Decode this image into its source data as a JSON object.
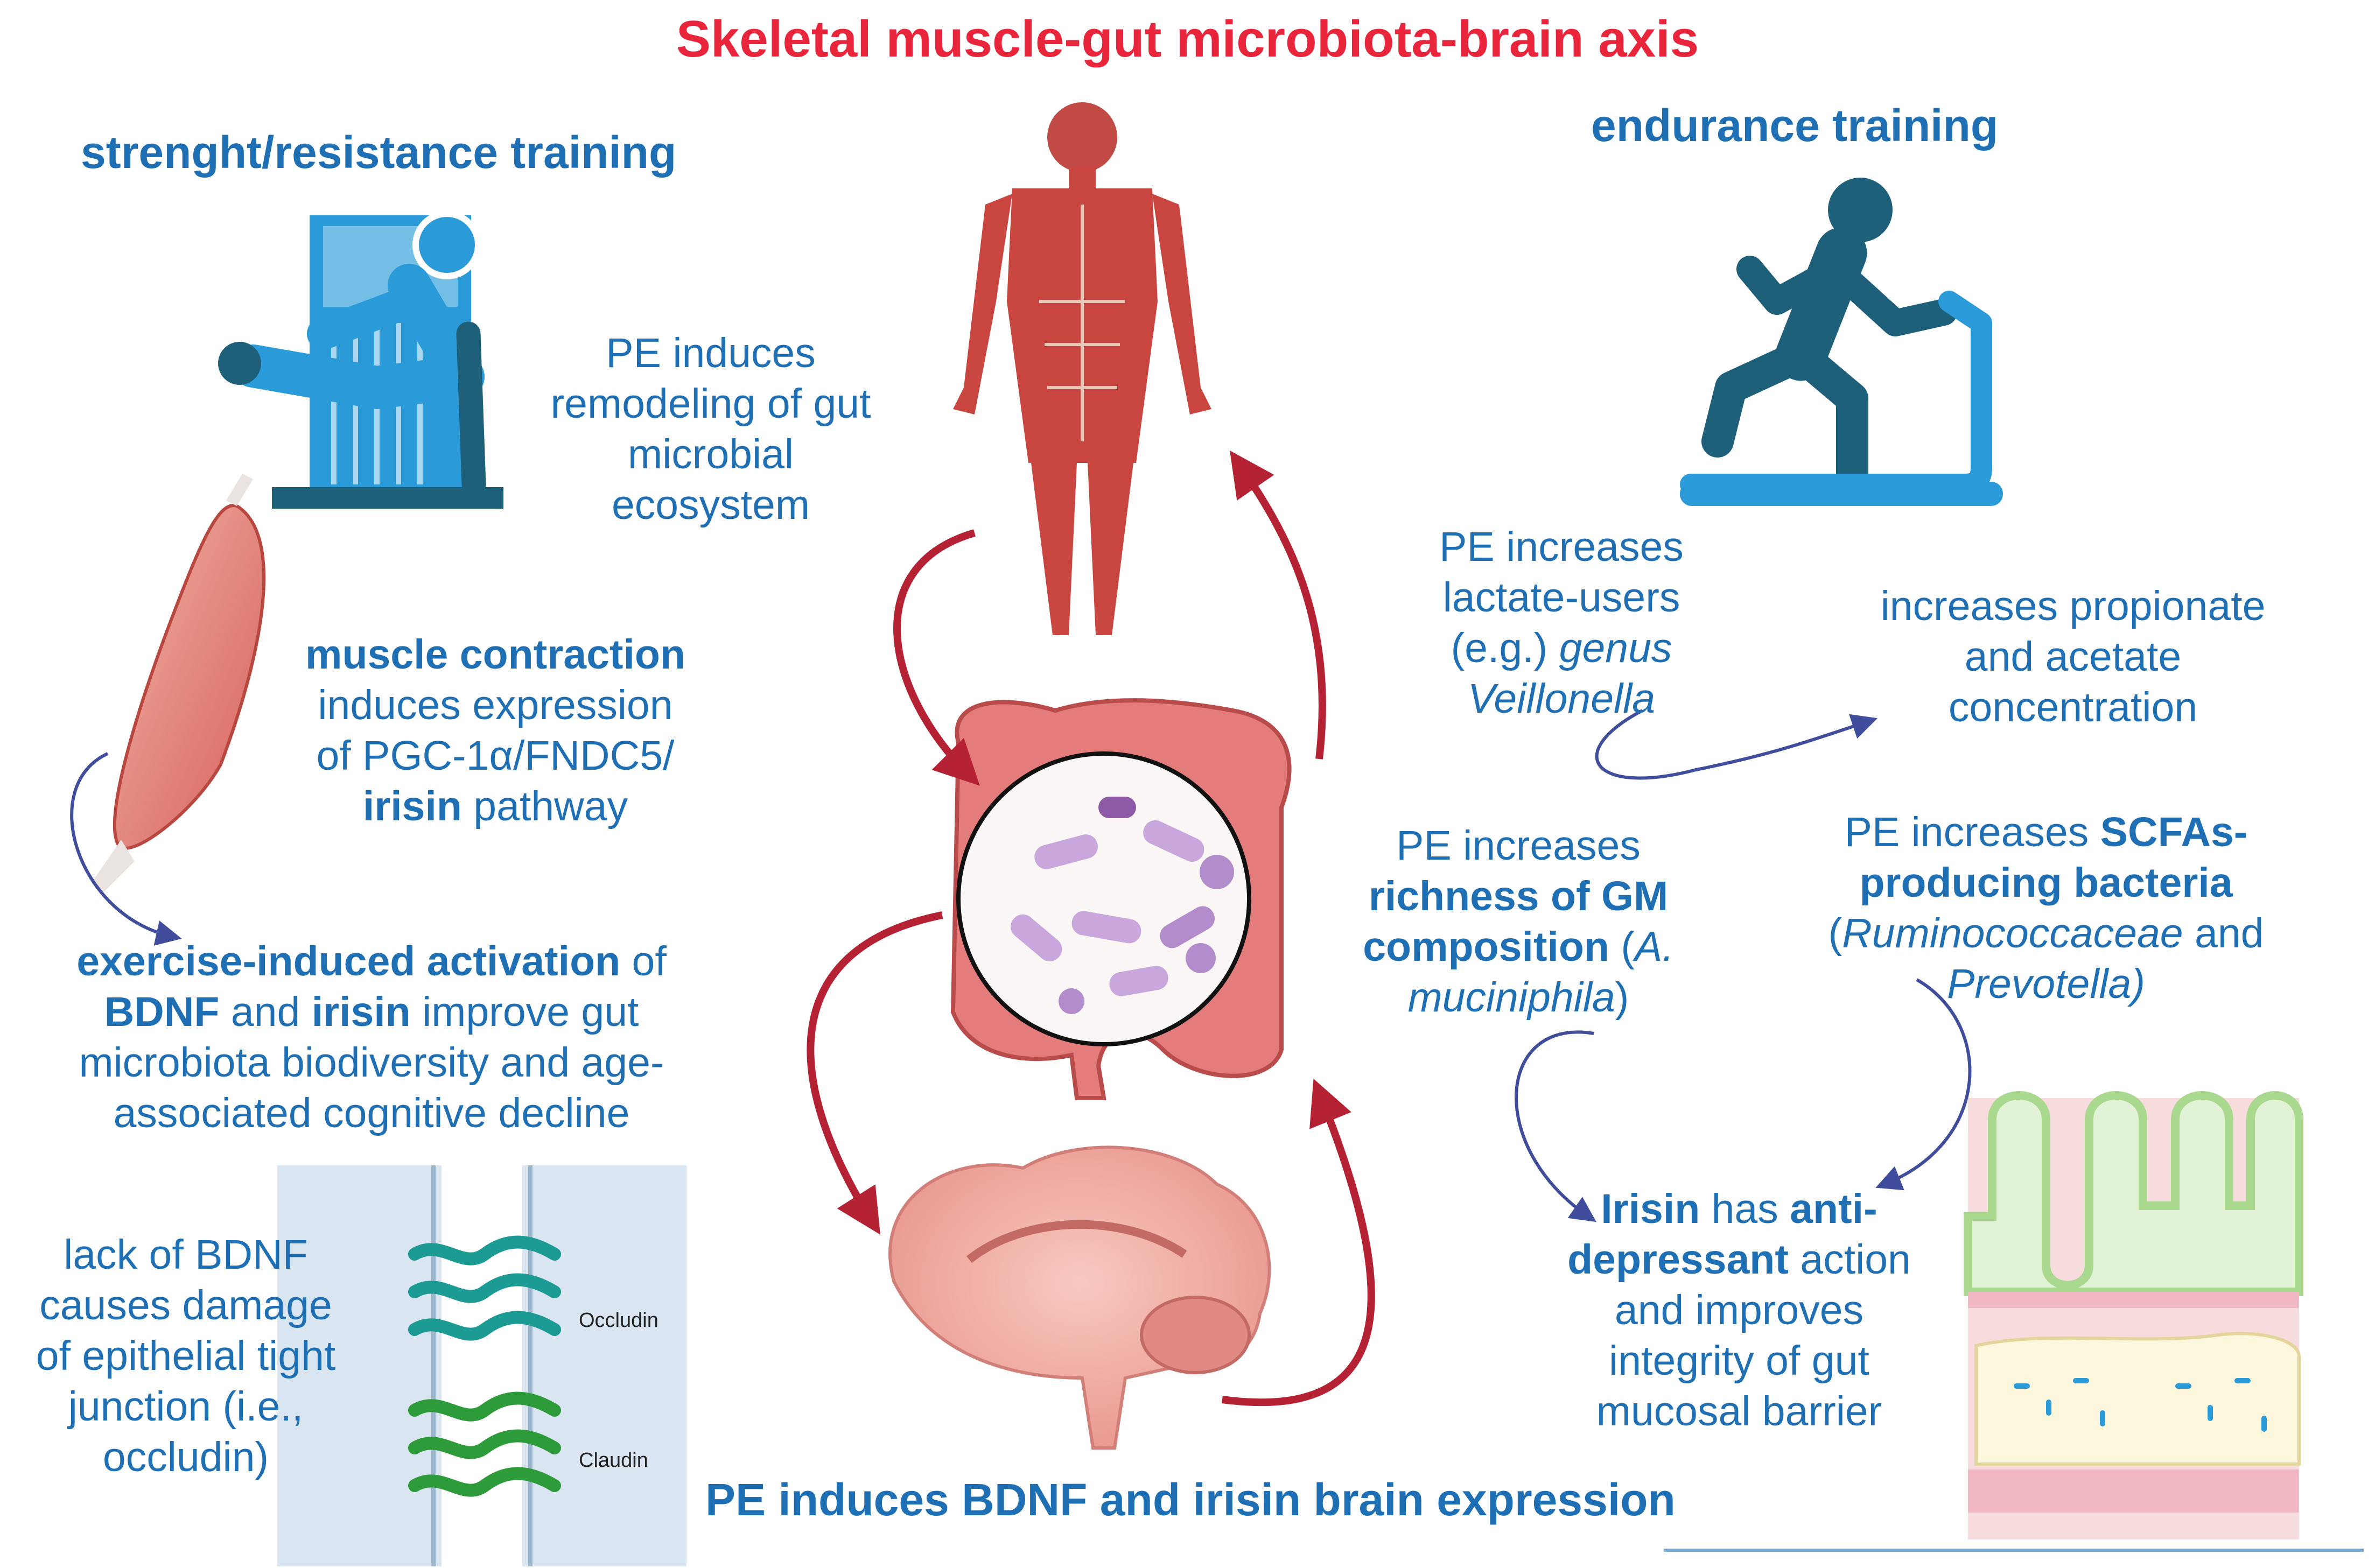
{
  "title": "Skeletal muscle-gut microbiota-brain axis",
  "strength": {
    "heading": "strenght/resistance training",
    "remodel": [
      "PE induces",
      "remodeling of gut",
      "microbial",
      "ecosystem"
    ],
    "contraction": {
      "bold1": "muscle contraction",
      "line2": "induces  expression",
      "line3": "of PGC-1α/FNDC5/",
      "bold4": "irisin",
      "rest4": " pathway"
    },
    "activation": {
      "bold1": "exercise-induced activation",
      "rest1": " of",
      "bold2a": "BDNF",
      "mid2": " and ",
      "bold2b": "irisin",
      "rest2": " improve gut",
      "line3": "microbiota biodiversity and age-",
      "line4": "associated cognitive decline"
    },
    "bdnf_lack": [
      "lack of BDNF",
      "causes damage",
      "of epithelial tight",
      "junction (i.e.,",
      "occludin)"
    ],
    "occludin_label": "Occludin",
    "claudin_label": "Claudin"
  },
  "endurance": {
    "heading": "endurance training",
    "lactate": {
      "line1": "PE increases",
      "line2": "lactate-users",
      "line3": "(e.g.) ",
      "italic3": "genus",
      "italic4": "Veillonella"
    },
    "propionate": [
      "increases propionate",
      "and acetate",
      "concentration"
    ],
    "richness": {
      "line1": "PE increases",
      "bold2": "richness of GM",
      "bold3": "composition",
      "rest3": " (",
      "italic3": "A.",
      "italic4": "muciniphila",
      "rest4": ")"
    },
    "scfa": {
      "line1": "PE increases ",
      "bold1": "SCFAs-",
      "bold2": "producing bacteria",
      "paren3": "(",
      "italic3": "Ruminococcaceae",
      "rest3": " and",
      "italic4": "Prevotella)"
    },
    "irisin": {
      "bold1a": "Irisin",
      "mid1": " has ",
      "bold1b": "anti-",
      "bold2": "depressant",
      "rest2": " action",
      "line3": "and improves",
      "line4": "integrity of gut",
      "line5": "mucosal barrier"
    }
  },
  "brain_caption": "PE induces BDNF and irisin brain expression",
  "colors": {
    "title": "#e8253b",
    "text": "#1f6fb4",
    "arrow_red": "#b52234",
    "arrow_blue": "#3f4d9c",
    "icon_blue": "#2a9bd8",
    "icon_dark": "#1e5f7a"
  }
}
